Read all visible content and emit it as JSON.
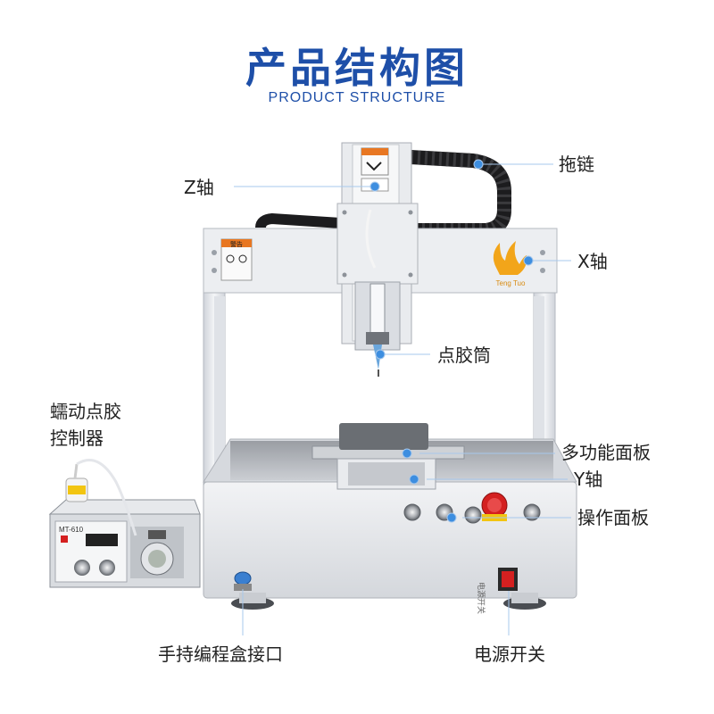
{
  "header": {
    "title": "产品结构图",
    "subtitle": "PRODUCT STRUCTURE"
  },
  "callouts": {
    "z_axis": "Z轴",
    "drag_chain": "拖链",
    "x_axis": "X轴",
    "dispensing_barrel": "点胶筒",
    "peristaltic_controller": "蠕动点胶\n控制器",
    "multi_function_panel": "多功能面板",
    "y_axis": "Y轴",
    "operation_panel": "操作面板",
    "handheld_port": "手持编程盒接口",
    "power_switch": "电源开关"
  },
  "machine_markings": {
    "brand": "Teng Tuo",
    "warning_tag": "警告",
    "controller_model": "MT-610",
    "power_switch_text": "电源开关"
  },
  "colors": {
    "title": "#1e4fa8",
    "callout_dot": "#3d8ee0",
    "frame": "#e6e8ec",
    "emergency_stop": "#d42020"
  }
}
